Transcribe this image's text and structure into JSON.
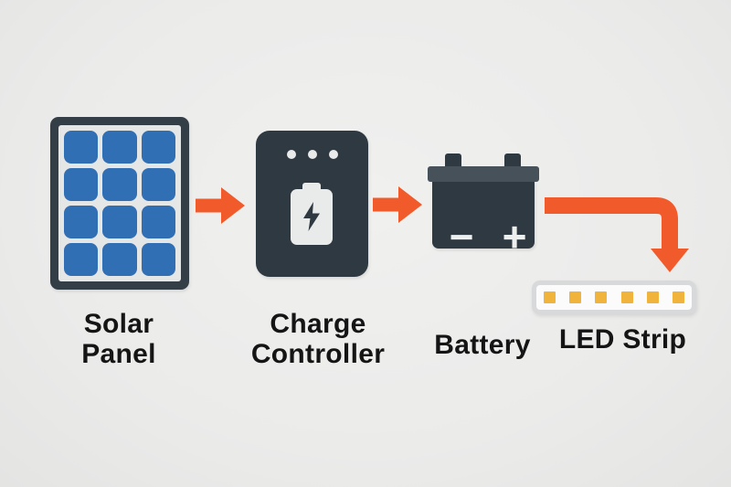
{
  "diagram": {
    "description": "Solar power system flow diagram",
    "flow_order": [
      "solar_panel",
      "charge_controller",
      "battery",
      "led_strip"
    ]
  },
  "nodes": {
    "solar_panel": {
      "label_line1": "Solar",
      "label_line2": "Panel",
      "cell_rows": 4,
      "cell_cols": 3
    },
    "charge_controller": {
      "label_line1": "Charge",
      "label_line2": "Controller",
      "indicator_dot_count": 3
    },
    "battery": {
      "label": "Battery",
      "minus_symbol": "−",
      "plus_symbol": "+"
    },
    "led_strip": {
      "label": "LED Strip",
      "led_count": 6
    }
  },
  "colors": {
    "arrow-orange": "#f15b2b",
    "dark-slate": "#2e3941",
    "slate-light": "#47515a",
    "panel-frame": "#333e47",
    "panel-backing": "#e5e6e6",
    "panel-blue": "#316fb4",
    "led-yellow": "#f0b43c",
    "strip-border": "#d8d9da",
    "strip-inner": "#fbfbfb",
    "icon-light": "#e9eaea",
    "label-text": "#151515"
  }
}
